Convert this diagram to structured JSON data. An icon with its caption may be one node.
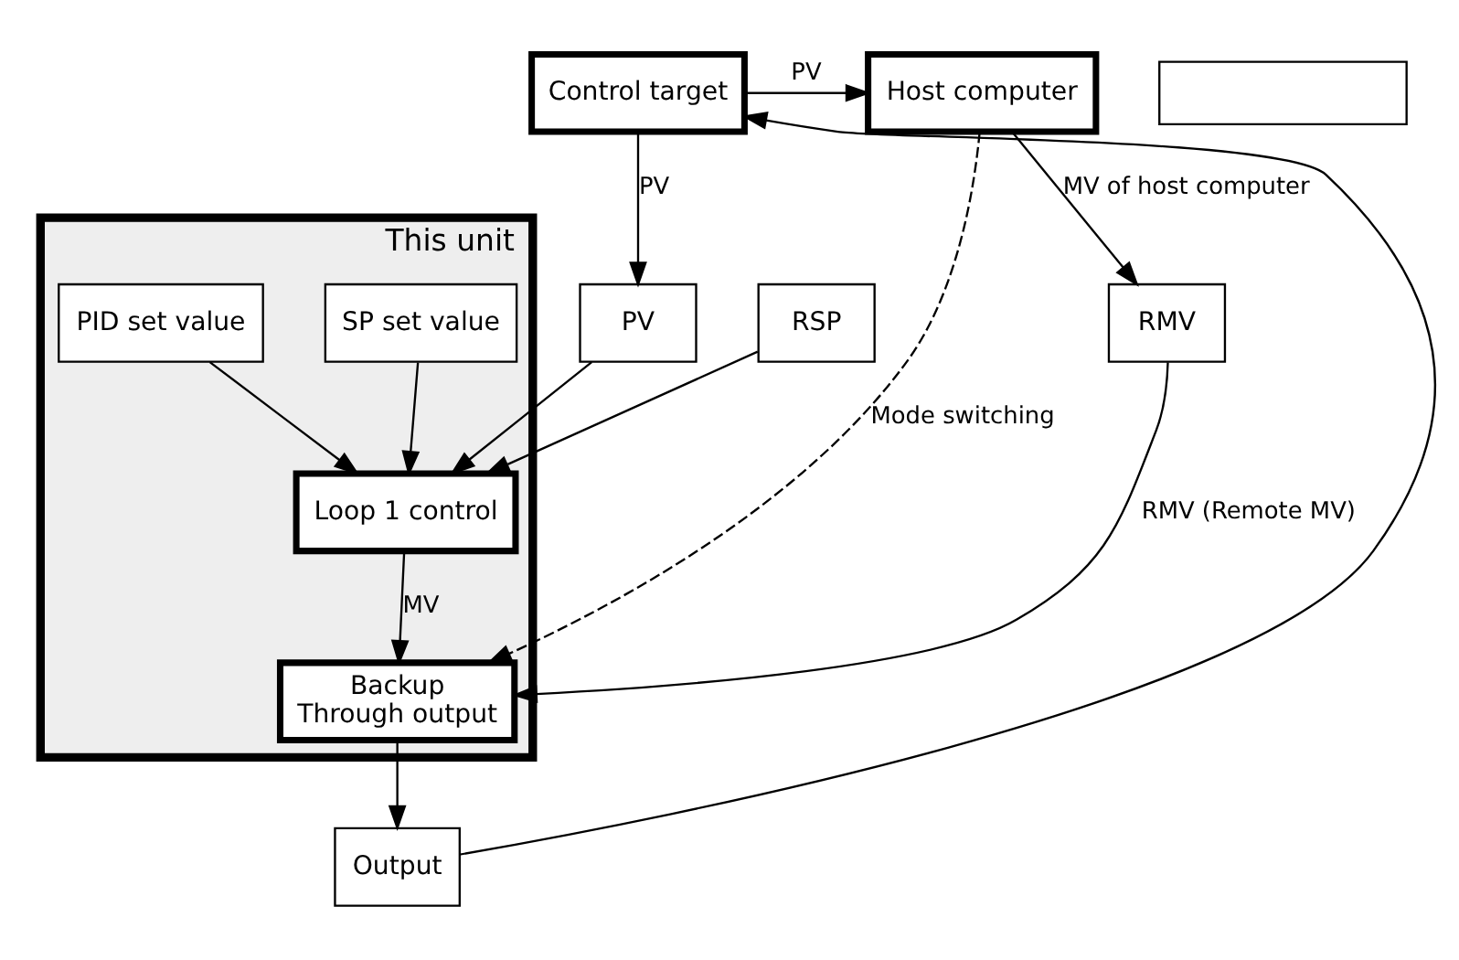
{
  "diagram": {
    "nodes": [
      {
        "text": [
          "Control target"
        ]
      },
      {
        "text": [
          "Host computer"
        ]
      },
      {
        "text": [
          "This unit"
        ]
      },
      {
        "text": [
          "PV"
        ]
      },
      {
        "text": [
          "RSP"
        ]
      },
      {
        "text": [
          "RMV"
        ]
      },
      {
        "text": [
          "Loop 1 control"
        ],
        "in": 2
      },
      {
        "text": [
          "SP set value"
        ],
        "in": 2
      },
      {
        "text": [
          "PID set value"
        ],
        "in": 2
      },
      {
        "text": [
          "Backup",
          "Through output"
        ],
        "in": 2
      },
      {
        "text": [
          "Output"
        ]
      },
      {
        "text": [],
        "shape": "box"
      }
    ],
    "edges": [
      {
        "from": 0,
        "to": 1,
        "arrow": "to",
        "label": "PV"
      },
      {
        "from": 0,
        "to": 3,
        "arrow": "to",
        "label": "PV"
      },
      {
        "from": 1,
        "to": 5,
        "arrow": "to",
        "label": "MV of host computer"
      },
      {
        "from": 3,
        "to": 6,
        "arrow": "to"
      },
      {
        "from": 4,
        "to": 6,
        "arrow": "to"
      },
      {
        "from": 7,
        "to": 6,
        "arrow": "to"
      },
      {
        "from": 8,
        "to": 6,
        "arrow": "to"
      },
      {
        "from": 6,
        "to": 9,
        "arrow": "to",
        "label": "MV"
      },
      {
        "from": 5,
        "to": 9,
        "arrow": "to",
        "label": "RMV (Remote MV)"
      },
      {
        "from": 1,
        "to": 9,
        "arrow": "to",
        "style": "dashed",
        "label": "Mode switching"
      },
      {
        "from": 9,
        "to": 10,
        "arrow": "to"
      },
      {
        "from": 10,
        "to": 0,
        "arrow": "to"
      }
    ]
  }
}
